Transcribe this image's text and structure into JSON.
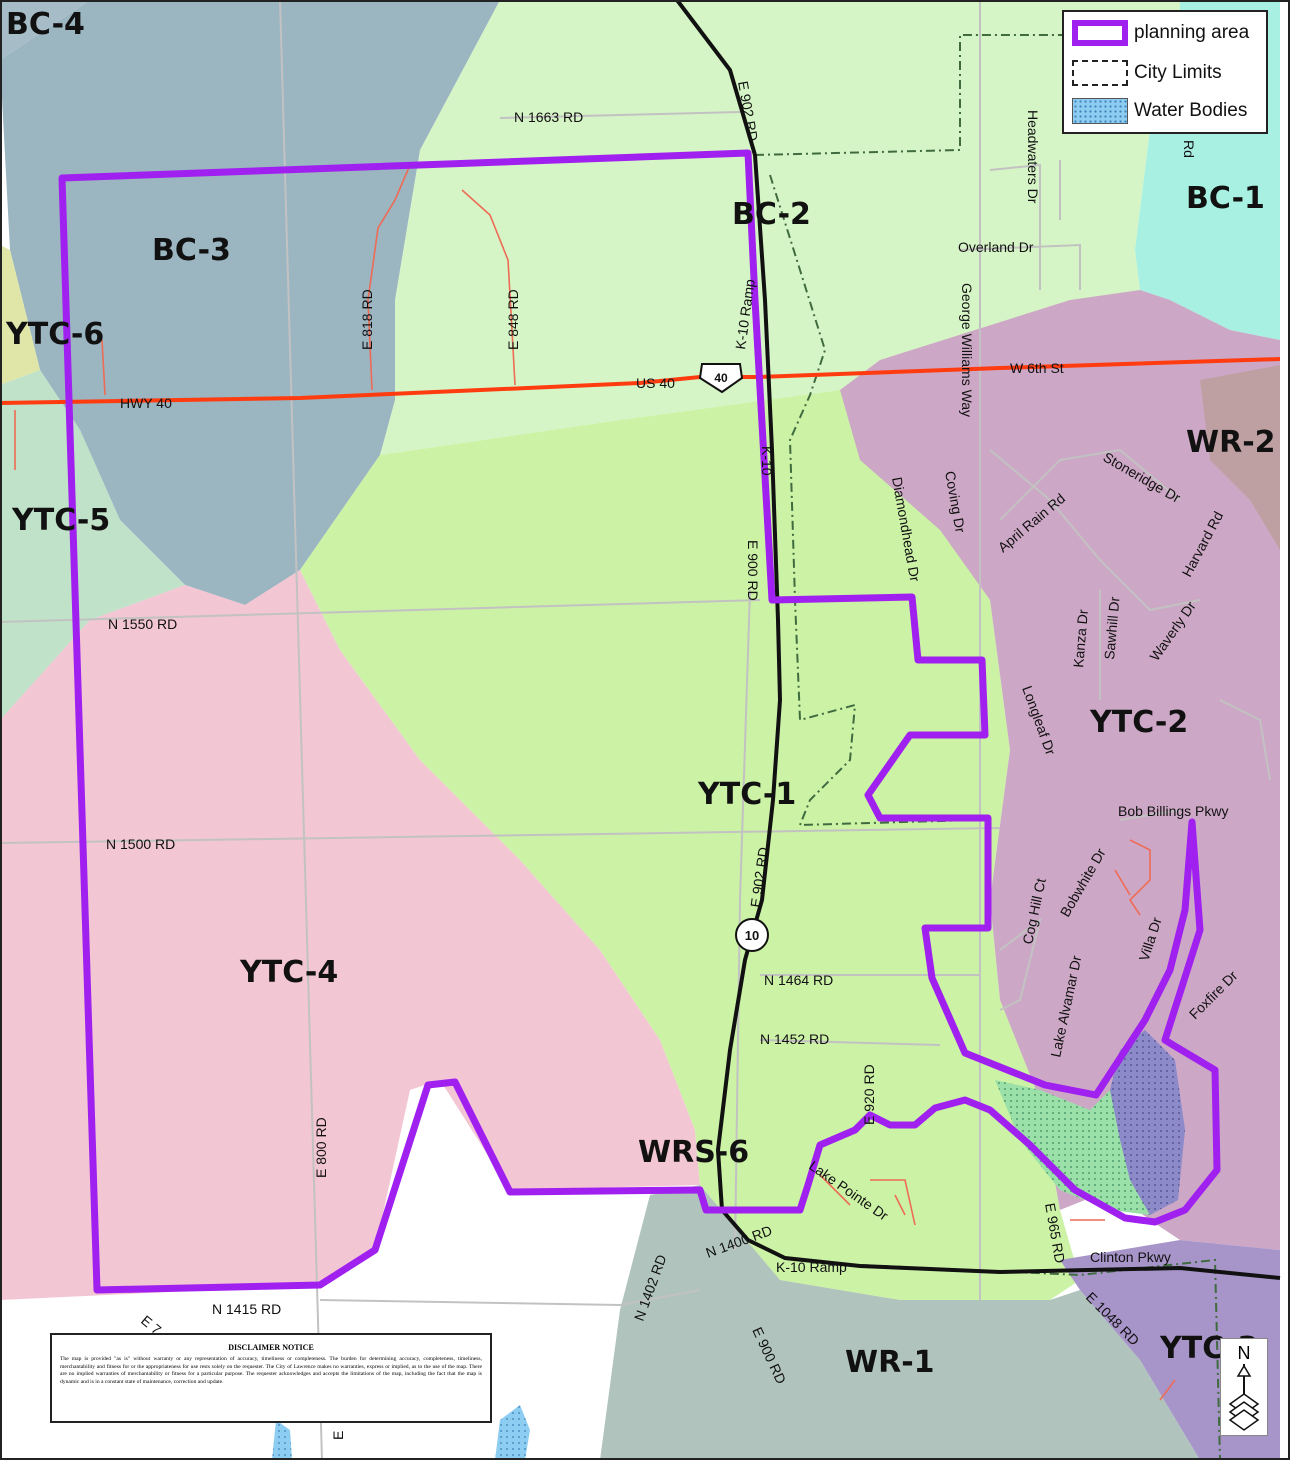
{
  "legend": {
    "items": [
      {
        "label": "planning area"
      },
      {
        "label": "City Limits"
      },
      {
        "label": "Water Bodies"
      }
    ]
  },
  "zones": [
    "BC-4",
    "BC-3",
    "BC-2",
    "BC-1",
    "YTC-6",
    "YTC-5",
    "YTC-4",
    "YTC-2",
    "YTC-1",
    "WR-2",
    "WR-1",
    "WRS-6",
    "YTC-3"
  ],
  "roads": {
    "n1663": "N 1663 RD",
    "e902_top": "E 902 RD",
    "e818": "E 818 RD",
    "e848": "E 848 RD",
    "k10ramp_top": "K-10 Ramp",
    "hwy40": "HWY 40",
    "us40": "US 40",
    "us40_shield": "40",
    "w6th": "W 6th St",
    "headwaters": "Headwaters Dr",
    "overland": "Overland Dr",
    "george": "George Williams Way",
    "k10": "K-10",
    "e900_mid": "E 900 RD",
    "diamondhead": "Diamondhead Dr",
    "coving": "Coving Dr",
    "aprilrain": "April Rain Rd",
    "stoneridge": "Stoneridge Dr",
    "harvard": "Harvard Rd",
    "kanza": "Kanza Dr",
    "sawhill": "Sawhill Dr",
    "waverly": "Waverly Dr",
    "longleaf": "Longleaf Dr",
    "n1550": "N 1550 RD",
    "n1500": "N 1500 RD",
    "bobbillings": "Bob Billings Pkwy",
    "e902_mid": "E 902 RD",
    "k10_shield": "10",
    "coghill": "Cog Hill Ct",
    "bobwhite": "Bobwhite Dr",
    "villa": "Villa Dr",
    "foxfire": "Foxfire Dr",
    "lakealvamar": "Lake Alvamar Dr",
    "n1464": "N 1464 RD",
    "n1452": "N 1452 RD",
    "e920": "E 920 RD",
    "e800": "E 800 RD",
    "lakepointe": "Lake Pointe Dr",
    "n1400": "N 1400 RD",
    "n1402": "N 1402 RD",
    "e965": "E 965 RD",
    "clinton": "Clinton Pkwy",
    "k10ramp_bot": "K-10 Ramp",
    "n1415": "N 1415 RD",
    "e1048": "E 1048 RD",
    "e900_bot": "E 900 RD",
    "rd_partial": "Rd",
    "e7_partial": "E 7",
    "e_partial": "E"
  },
  "disclaimer": {
    "title": "DISCLAIMER NOTICE",
    "body": "The map is provided \"as is\" without warranty or any representation of accuracy, timeliness or completeness. The burden for determining accuracy, completeness, timeliness, merchantability and fitness for or the appropriateness for use rests solely on the requester. The City of Lawrence makes no warranties, express or implied, as to the use of the map. There are no implied warranties of merchantability or fitness for a particular purpose. The requester acknowledges and accepts the limitations of the map, including the fact that the map is dynamic and is in a constant state of maintenance, correction and update."
  },
  "north_arrow": {
    "label": "N"
  },
  "colors": {
    "planning_area": "#a020f0",
    "hwy": "#ff3b10",
    "bc4": "#a6bcc6",
    "bc3": "#9bb5c1",
    "bc2": "#d6f5c6",
    "bc1": "#a8f0e2",
    "ytc6": "#dfe6a8",
    "ytc5": "#bfe2c8",
    "ytc4": "#f3c6d3",
    "ytc2": "#cda8c6",
    "ytc1": "#ccf2a6",
    "wr2": "#bfa0a2",
    "wr1": "#b0c4bd",
    "ytc3": "#a795c9",
    "water": "#8ecdf2"
  }
}
